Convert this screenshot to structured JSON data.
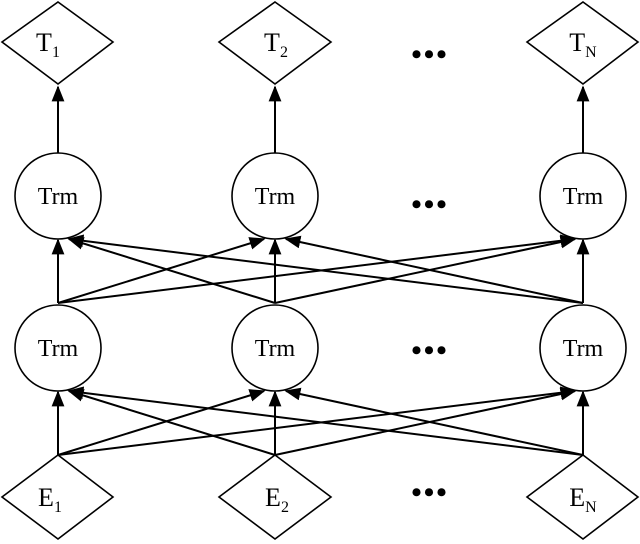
{
  "outputs": [
    {
      "base": "T",
      "sub": "1"
    },
    {
      "base": "T",
      "sub": "2"
    },
    {
      "base": "T",
      "sub": "N"
    }
  ],
  "upper_layer": [
    "Trm",
    "Trm",
    "Trm"
  ],
  "lower_layer": [
    "Trm",
    "Trm",
    "Trm"
  ],
  "inputs": [
    {
      "base": "E",
      "sub": "1"
    },
    {
      "base": "E",
      "sub": "2"
    },
    {
      "base": "E",
      "sub": "N"
    }
  ],
  "ellipsis": "•••",
  "colors": {
    "stroke": "#000000",
    "fill": "#ffffff"
  }
}
